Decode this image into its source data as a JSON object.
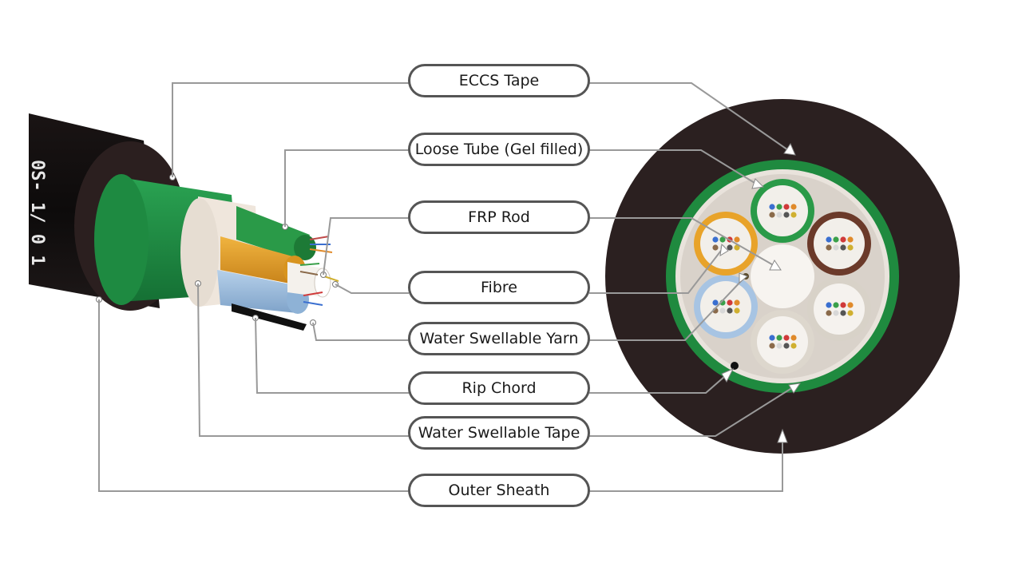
{
  "labels": {
    "eccs_tape": "ECCS Tape",
    "loose_tube": "Loose Tube (Gel filled)",
    "frp_rod": "FRP Rod",
    "fibre": "Fibre",
    "water_swellable_yarn": "Water Swellable Yarn",
    "rip_chord": "Rip Chord",
    "water_swellable_tape": "Water Swellable Tape",
    "outer_sheath": "Outer Sheath"
  },
  "jacket_print": "0S-  1/  0  1",
  "colors": {
    "sheath": "#2b2020",
    "armour_green": "#1f8a3f",
    "tape_white": "#ece8e2",
    "tube_orange": "#e8a32a",
    "tube_blue": "#9fbfe0",
    "tube_brown": "#6b3a2a",
    "tube_green": "#2a9a48",
    "leader_line": "#999999",
    "box_border": "#555555"
  },
  "fibre_colors": [
    "#3a6fd0",
    "#3aa04a",
    "#d03a3a",
    "#e08a2a",
    "#8a6a4a",
    "#d8d8d8",
    "#555555",
    "#d0b030"
  ]
}
